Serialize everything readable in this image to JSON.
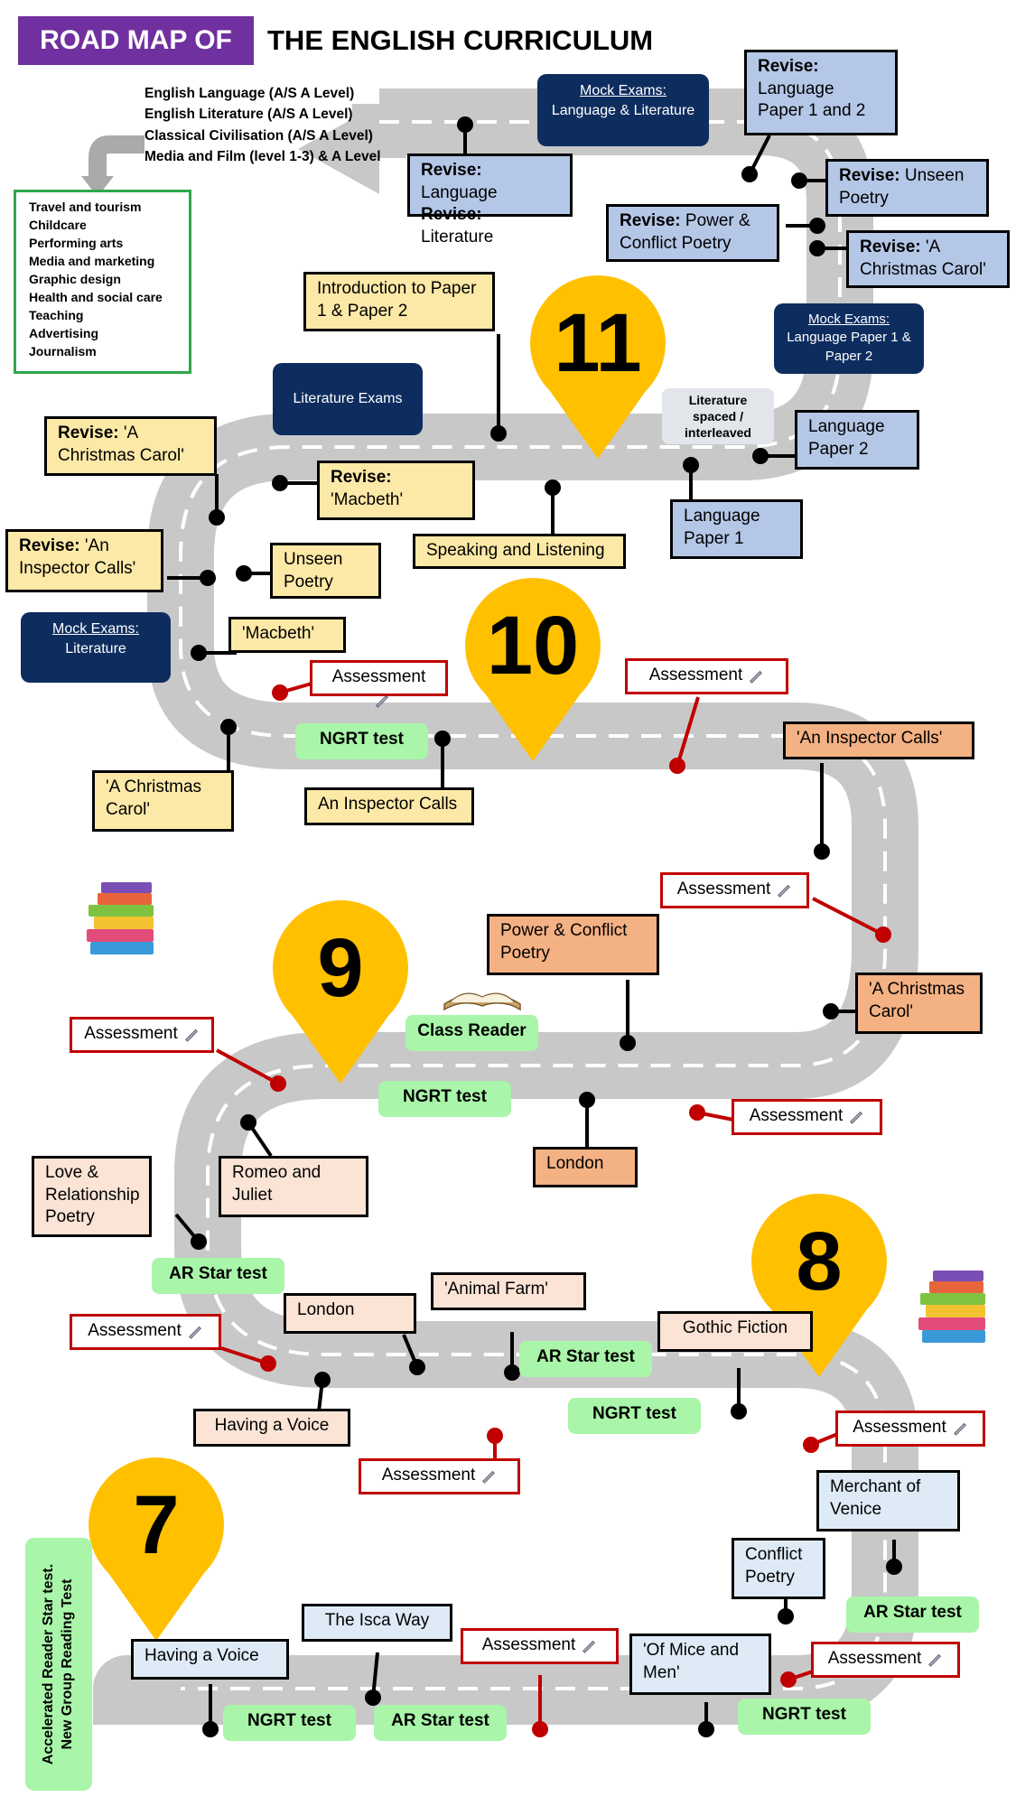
{
  "title": {
    "highlight": "ROAD MAP OF",
    "rest": "THE ENGLISH CURRICULUM"
  },
  "qualifications": [
    "English Language (A/S A Level)",
    "English Literature (A/S A Level)",
    "Classical Civilisation (A/S A Level)",
    "Media and Film (level 1-3) & A Level"
  ],
  "careers": [
    "Travel and tourism",
    "Childcare",
    "Performing arts",
    "Media and marketing",
    "Graphic design",
    "Health and social care",
    "Teaching",
    "Advertising",
    "Journalism"
  ],
  "years": {
    "y11": "11",
    "y10": "10",
    "y9": "9",
    "y8": "8",
    "y7": "7"
  },
  "side_banner": [
    "Accelerated Reader Star test.",
    "New Group Reading Test"
  ],
  "year11": {
    "mock_lang_lit": {
      "title": "Mock Exams:",
      "text": "Language & Literature"
    },
    "revise_lang_p1p2": {
      "bold": "Revise:",
      "text": "Language Paper 1 and 2"
    },
    "revise_lang_lit": {
      "b1": "Revise:",
      "t1": "Language",
      "b2": "Revise:",
      "t2": "Literature"
    },
    "revise_unseen": {
      "bold": "Revise:",
      "text": "Unseen Poetry"
    },
    "revise_power": {
      "bold": "Revise:",
      "text": "Power & Conflict Poetry"
    },
    "revise_carol": {
      "bold": "Revise:",
      "text": "'A Christmas Carol'"
    },
    "mock_lang_papers": {
      "title": "Mock Exams:",
      "text": "Language Paper 1 & Paper 2"
    },
    "intro_papers": "Introduction to Paper 1 & Paper 2",
    "literature_exams": "Literature Exams",
    "spaced": "Literature spaced / interleaved",
    "lang_paper2": "Language Paper 2",
    "lang_paper1": "Language Paper 1",
    "revise_carol2": {
      "bold": "Revise:",
      "text": "'A Christmas Carol'"
    },
    "revise_macbeth": {
      "bold": "Revise:",
      "text": "'Macbeth'"
    },
    "speaking": "Speaking and Listening",
    "revise_inspector": {
      "bold": "Revise:",
      "text": "'An Inspector Calls'"
    },
    "unseen_poetry": "Unseen Poetry"
  },
  "year10": {
    "mock_lit": {
      "title": "Mock Exams:",
      "text": "Literature"
    },
    "macbeth": "'Macbeth'",
    "assessment1": "Assessment",
    "assessment2": "Assessment",
    "ngrt": "NGRT test",
    "inspector_calls": "'An Inspector Calls'",
    "christmas_carol": "'A Christmas Carol'",
    "an_inspector": "An Inspector Calls",
    "assessment3": "Assessment",
    "christmas_carol2": "'A Christmas Carol'"
  },
  "year9": {
    "power_conflict": "Power & Conflict Poetry",
    "assessment1": "Assessment",
    "class_reader": "Class Reader",
    "ngrt": "NGRT test",
    "assessment2": "Assessment",
    "romeo": "Romeo and Juliet",
    "love": "Love & Relationship Poetry",
    "london": "London",
    "ar_star": "AR Star test"
  },
  "year8": {
    "assessment1": "Assessment",
    "london": "London",
    "animal_farm": "'Animal Farm'",
    "gothic": "Gothic Fiction",
    "ar_star": "AR Star test",
    "ngrt": "NGRT test",
    "assessment2": "Assessment",
    "having_voice": "Having a Voice",
    "assessment3": "Assessment",
    "merchant": "Merchant of Venice"
  },
  "year7": {
    "conflict": "Conflict Poetry",
    "ar_star1": "AR Star test",
    "having_voice": "Having a Voice",
    "isca": "The Isca Way",
    "assessment1": "Assessment",
    "mice": "'Of Mice and Men'",
    "assessment2": "Assessment",
    "ngrt1": "NGRT test",
    "ar_star2": "AR Star test",
    "ngrt2": "NGRT test"
  },
  "colors": {
    "road": "#c8c8c8",
    "navy": "#0e2d5f",
    "pin": "#ffc000",
    "assessment": "#c00000",
    "green": "#a9f5a9",
    "purple": "#7030a0"
  }
}
